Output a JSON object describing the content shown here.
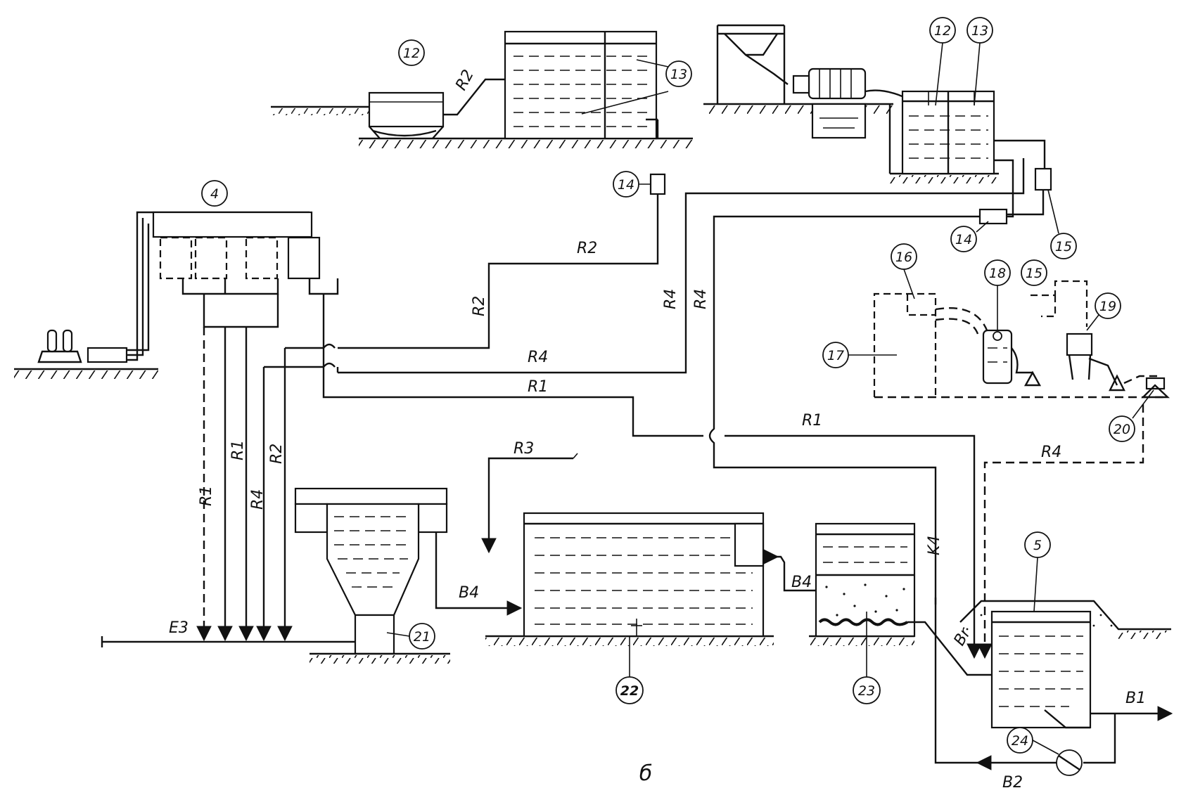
{
  "caption": "б",
  "pipes": {
    "e3": "E3",
    "r1": "R1",
    "r2": "R2",
    "r3": "R3",
    "r4": "R4",
    "b1": "B1",
    "b2": "B2",
    "b4": "B4",
    "br": "Br",
    "k4": "K4"
  },
  "callouts": {
    "n4": "4",
    "n5": "5",
    "n12": "12",
    "n13": "13",
    "n14": "14",
    "n15": "15",
    "n16": "16",
    "n17": "17",
    "n18": "18",
    "n19": "19",
    "n20": "20",
    "n21": "21",
    "n22": "22",
    "n23": "23",
    "n24": "24"
  }
}
